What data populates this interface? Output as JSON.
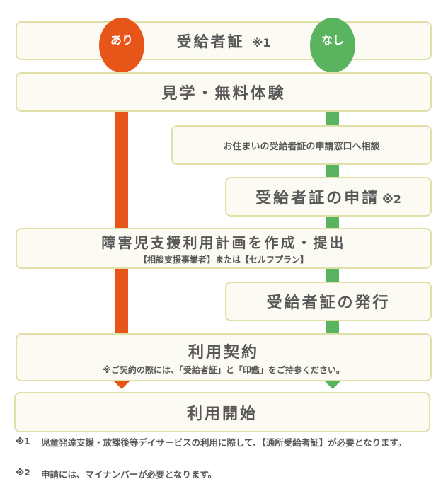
{
  "colors": {
    "ari": "#e85518",
    "nashi": "#5ab45f"
  },
  "badges": {
    "ari": "あり",
    "nashi": "なし"
  },
  "steps": {
    "certificate": {
      "label": "受給者証",
      "mark": "※1"
    },
    "visit": "見学・無料体験",
    "consult": "お住まいの受給者証の申請窓口へ相談",
    "apply": {
      "label": "受給者証の申請",
      "mark": "※2"
    },
    "plan": {
      "label": "障害児支援利用計画を作成・提出",
      "sub": "【相談支援事業者】または【セルフプラン】"
    },
    "issue": "受給者証の発行",
    "contract": {
      "label": "利用契約",
      "sub": "※ご契約の際には、「受給者証」と「印鑑」をご持参ください。"
    },
    "start": "利用開始"
  },
  "notes": [
    {
      "key": "※1",
      "text": "児童発達支援・放課後等デイサービスの利用に際して、【通所受給者証】が必要となります。"
    },
    {
      "key": "※2",
      "text": "申請には、マイナンバーが必要となります。"
    }
  ]
}
